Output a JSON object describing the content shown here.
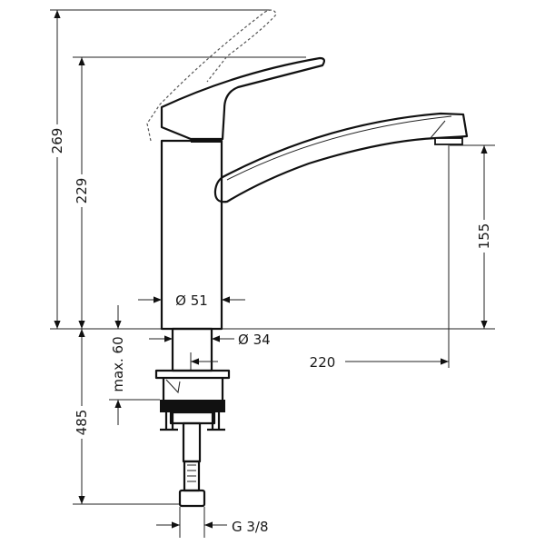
{
  "drawing": {
    "dimensions": {
      "total_height": "269",
      "lever_height": "229",
      "body_diameter": "Ø 51",
      "shank_diameter": "Ø 34",
      "spout_height": "155",
      "spout_reach": "220",
      "max_counter_thickness": "max. 60",
      "supply_length": "485",
      "connection_thread": "G 3/8"
    },
    "colors": {
      "line": "#111111",
      "background": "#ffffff"
    }
  }
}
